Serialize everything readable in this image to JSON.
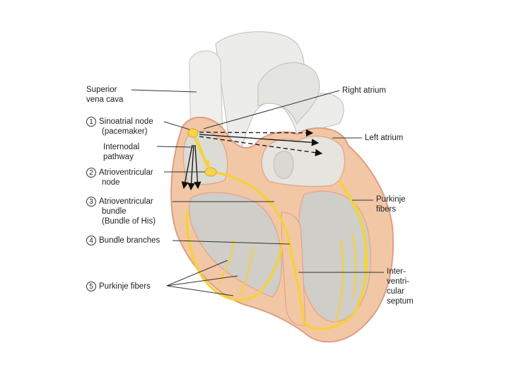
{
  "labels": {
    "superior_vena_cava": [
      "Superior",
      "vena cava"
    ],
    "sinoatrial_node": {
      "num": "1",
      "lines": [
        "Sinoatrial node",
        "(pacemaker)"
      ]
    },
    "internodal_pathway": [
      "Internodal",
      "pathway"
    ],
    "atrioventricular_node": {
      "num": "2",
      "lines": [
        "Atrioventricular",
        "node"
      ]
    },
    "av_bundle": {
      "num": "3",
      "lines": [
        "Atrioventricular",
        "bundle",
        "(Bundle of His)"
      ]
    },
    "bundle_branches": {
      "num": "4",
      "lines": [
        "Bundle branches"
      ]
    },
    "purkinje_fibers_left": {
      "num": "5",
      "lines": [
        "Purkinje fibers"
      ]
    },
    "right_atrium": [
      "Right atrium"
    ],
    "left_atrium": [
      "Left atrium"
    ],
    "purkinje_fibers_right": [
      "Purkinje",
      "fibers"
    ],
    "interventricular_septum": [
      "Inter-",
      "ventri-",
      "cular",
      "septum"
    ]
  },
  "colors": {
    "heart_tissue": "#f2c7a6",
    "heart_outline": "#e09d84",
    "vessel": "#ebebe8",
    "chamber": "#d0cfc9",
    "conduction": "#f5d23c",
    "sa_node": "#f6d54a"
  }
}
